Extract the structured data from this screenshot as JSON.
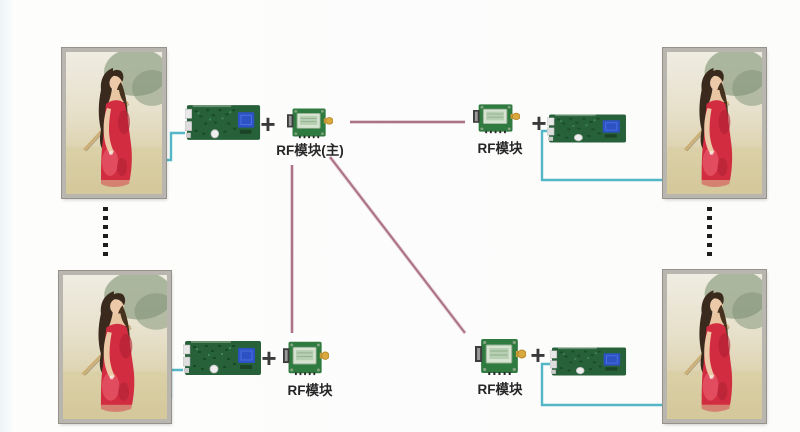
{
  "groups": {
    "top_left": {
      "plus": "+",
      "rf_label": "RF模块(主)"
    },
    "top_right": {
      "plus": "+",
      "rf_label": "RF模块"
    },
    "bottom_left": {
      "plus": "+",
      "rf_label": "RF模块"
    },
    "bottom_right": {
      "plus": "+",
      "rf_label": "RF模块"
    }
  },
  "connections": {
    "wireless_rf_links": [
      {
        "from": "rf-module-master",
        "to": "rf-module-top-right"
      },
      {
        "from": "rf-module-master",
        "to": "rf-module-bottom-left"
      },
      {
        "from": "rf-module-master",
        "to": "rf-module-bottom-right"
      }
    ],
    "cable_links": [
      {
        "from": "controller-board-top-left",
        "to": "led-display-top-left"
      },
      {
        "from": "controller-board-top-right",
        "to": "led-display-top-right"
      },
      {
        "from": "controller-board-bottom-left",
        "to": "led-display-bottom-left"
      },
      {
        "from": "controller-board-bottom-right",
        "to": "led-display-bottom-right"
      }
    ]
  },
  "icons": {
    "more_displays_left": "vertical-ellipsis",
    "more_displays_right": "vertical-ellipsis"
  },
  "colors": {
    "rf_link_line": "#ad7389",
    "cable_line": "#53b7c6",
    "pcb_green": "#27613a",
    "chip_blue": "#2d52c4",
    "antenna_gold": "#d9a83e",
    "display_frame": "#b9b5af",
    "dress_red": "#d22c40",
    "text": "#262626"
  }
}
